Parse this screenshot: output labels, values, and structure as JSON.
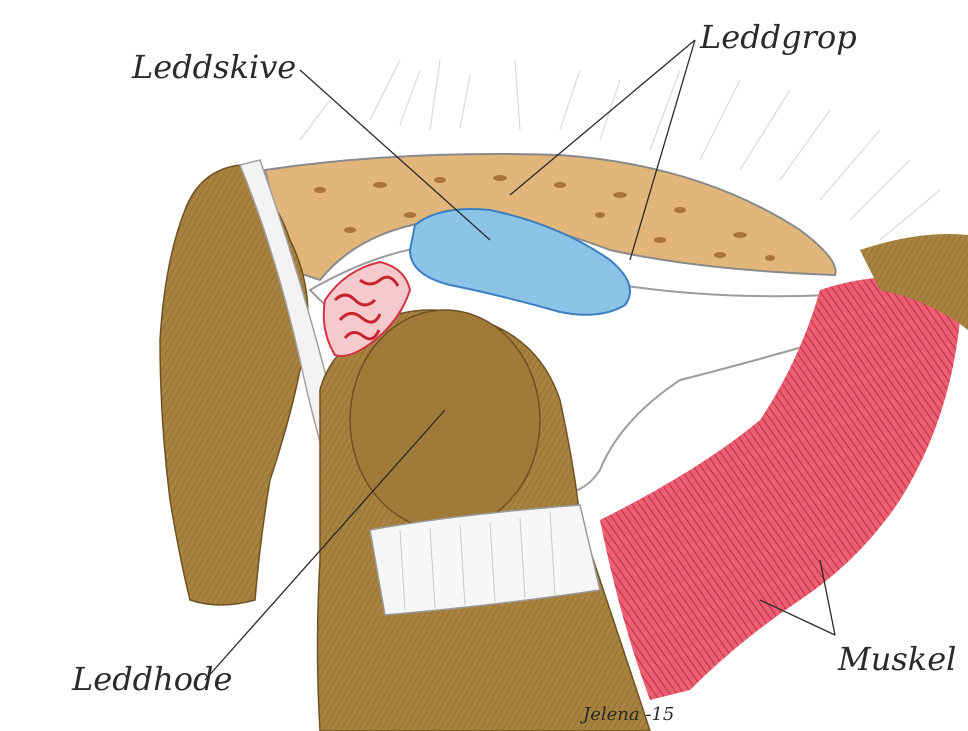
{
  "labels": {
    "disc": "Leddskive",
    "socket": "Leddgrop",
    "head": "Leddhode",
    "muscle": "Muskel"
  },
  "signature": "Jelena -15",
  "colors": {
    "bone": "#a8823f",
    "bone_dark": "#7d5e2a",
    "socket_bone": "#e0b77c",
    "disc": "#8cc4e8",
    "vessels": "#c8242e",
    "muscle": "#e0435a",
    "capsule": "#ffffff",
    "ink": "#2a2a2a"
  }
}
